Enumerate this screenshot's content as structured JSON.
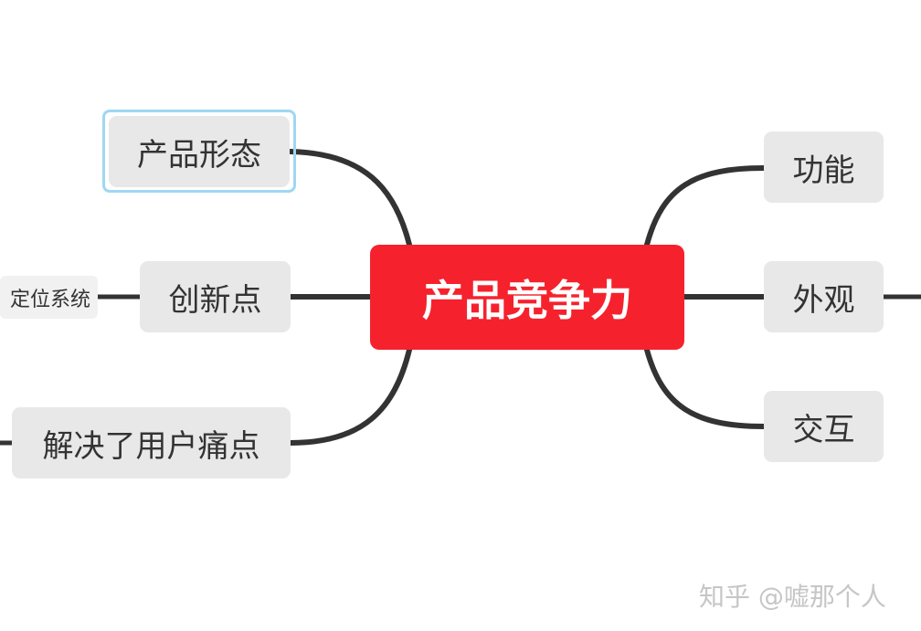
{
  "central": {
    "label": "产品竞争力",
    "color": "#f5222d"
  },
  "left_branches": [
    {
      "label": "产品形态"
    },
    {
      "label": "创新点"
    },
    {
      "label": "解决了用户痛点"
    }
  ],
  "right_branches": [
    {
      "label": "功能"
    },
    {
      "label": "外观"
    },
    {
      "label": "交互"
    }
  ],
  "sub_nodes": [
    {
      "label": "定位系统"
    }
  ],
  "watermark": "知乎 @嘘那个人",
  "colors": {
    "connector": "#333333",
    "node_bg": "#e8e8e8",
    "selection": "#9fd7f2"
  }
}
